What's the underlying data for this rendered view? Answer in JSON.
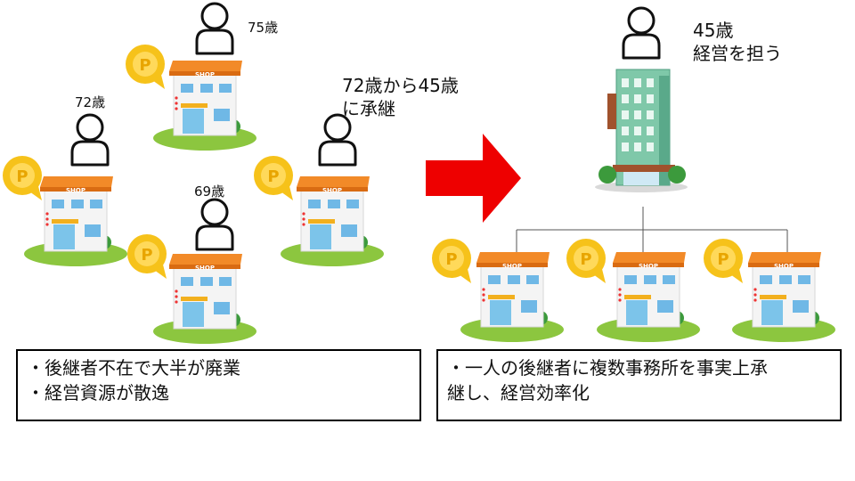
{
  "before": {
    "ages": {
      "top": "75歳",
      "left": "72歳",
      "bottom": "69歳"
    },
    "successor_label_1": "72歳から45歳",
    "successor_label_2": "に承継",
    "notes": [
      "・後継者不在で大半が廃業",
      "・経営資源が散逸"
    ]
  },
  "after": {
    "age": "45歳",
    "role": "経営を担う",
    "notes": [
      "・一人の後継者に複数事務所を事実上承",
      "継し、経営効率化"
    ]
  },
  "shop_sign": "SHOP",
  "point_badge": "P",
  "colors": {
    "arrow": "#ee0000",
    "roof": "#f28a28",
    "badge": "#f6c21a",
    "grass": "#8cc63f",
    "building": "#7fc8a9"
  }
}
